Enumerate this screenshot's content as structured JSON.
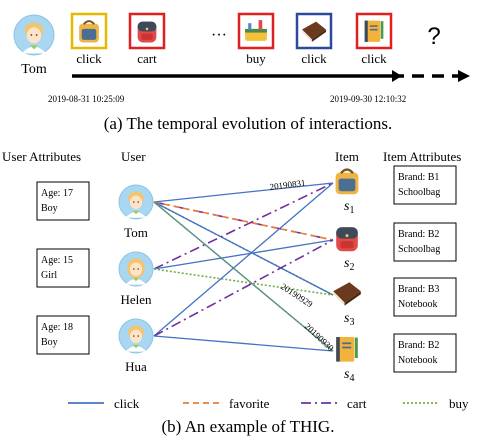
{
  "timeline": {
    "user_name": "Tom",
    "events": [
      {
        "label": "click",
        "item": "schoolbag",
        "box_color": "#e6b800"
      },
      {
        "label": "cart",
        "item": "backpack",
        "box_color": "#e02020"
      },
      {
        "label": "buy",
        "item": "pencil-case",
        "box_color": "#e02020"
      },
      {
        "label": "click",
        "item": "notebook",
        "box_color": "#2b4a9a"
      },
      {
        "label": "click",
        "item": "notebook-pen",
        "box_color": "#e02020"
      }
    ],
    "ellipsis": "···",
    "unknown": "?",
    "start_time": "2019-08-31 10:25:09",
    "end_time": "2019-09-30 12:10:32",
    "caption": "(a) The temporal evolution of interactions."
  },
  "graph": {
    "header_user_attributes": "User Attributes",
    "header_user": "User",
    "header_item": "Item",
    "header_item_attributes": "Item Attributes",
    "users": [
      {
        "name": "Tom",
        "attr_line1": "Age: 17",
        "attr_line2": "Boy",
        "gender": "boy"
      },
      {
        "name": "Helen",
        "attr_line1": "Age: 15",
        "attr_line2": "Girl",
        "gender": "girl"
      },
      {
        "name": "Hua",
        "attr_line1": "Age: 18",
        "attr_line2": "Boy",
        "gender": "boy"
      }
    ],
    "items": [
      {
        "symbol": "s",
        "sub": "1",
        "attr_line1": "Brand: B1",
        "attr_line2": "Schoolbag",
        "icon": "schoolbag"
      },
      {
        "symbol": "s",
        "sub": "2",
        "attr_line1": "Brand: B2",
        "attr_line2": "Schoolbag",
        "icon": "backpack"
      },
      {
        "symbol": "s",
        "sub": "3",
        "attr_line1": "Brand: B3",
        "attr_line2": "Notebook",
        "icon": "notebook"
      },
      {
        "symbol": "s",
        "sub": "4",
        "attr_line1": "Brand: B2",
        "attr_line2": "Notebook",
        "icon": "notebook-pen"
      }
    ],
    "edge_labels": [
      "20190831",
      "20190929",
      "20190930"
    ],
    "edges": [
      {
        "user": 0,
        "item": 0,
        "type": "click"
      },
      {
        "user": 0,
        "item": 1,
        "type": "cart"
      },
      {
        "user": 0,
        "item": 1,
        "type": "favorite"
      },
      {
        "user": 0,
        "item": 2,
        "type": "buy"
      },
      {
        "user": 0,
        "item": 2,
        "type": "click"
      },
      {
        "user": 0,
        "item": 3,
        "type": "click"
      },
      {
        "user": 1,
        "item": 0,
        "type": "cart"
      },
      {
        "user": 1,
        "item": 1,
        "type": "click"
      },
      {
        "user": 1,
        "item": 2,
        "type": "buy"
      },
      {
        "user": 2,
        "item": 0,
        "type": "click"
      },
      {
        "user": 2,
        "item": 1,
        "type": "cart"
      },
      {
        "user": 2,
        "item": 3,
        "type": "click"
      },
      {
        "user": 0,
        "item": 3,
        "type": "buy"
      }
    ],
    "legend": [
      {
        "type": "click",
        "label": "click",
        "color": "#4472c4"
      },
      {
        "type": "favorite",
        "label": "favorite",
        "color": "#ed7d31"
      },
      {
        "type": "cart",
        "label": "cart",
        "color": "#7030a0"
      },
      {
        "type": "buy",
        "label": "buy",
        "color": "#70ad47"
      }
    ],
    "caption": "(b) An example of THIG."
  }
}
